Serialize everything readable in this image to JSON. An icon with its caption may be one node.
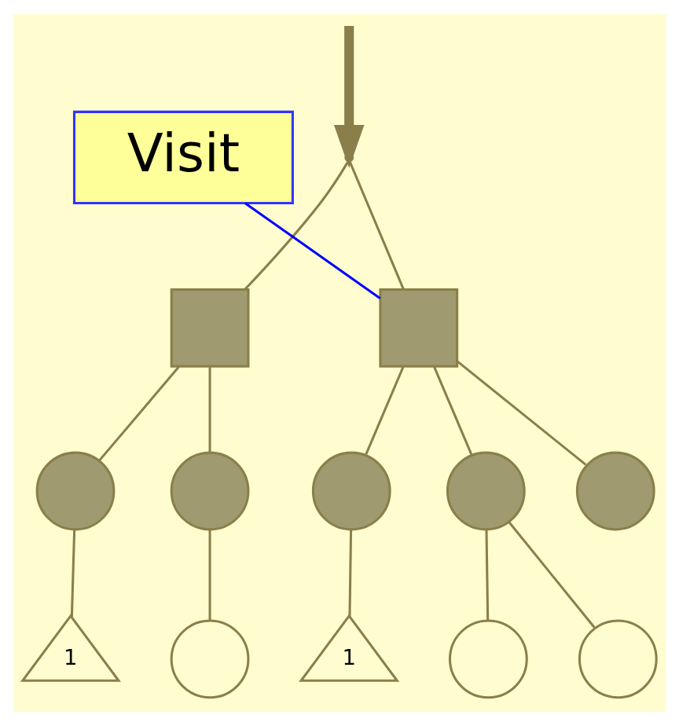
{
  "diagram": {
    "nodes": [
      {
        "text": [
          "Visit"
        ]
      },
      {
        "text": [],
        "shape": "point"
      },
      {
        "text": [],
        "shape": "box"
      },
      {
        "text": [],
        "shape": "box"
      },
      {
        "text": [],
        "shape": "circle"
      },
      {
        "text": [],
        "shape": "circle"
      },
      {
        "text": [],
        "shape": "circle"
      },
      {
        "text": [],
        "shape": "circle"
      },
      {
        "text": [],
        "shape": "circle"
      },
      {
        "text": [
          "1"
        ]
      },
      {
        "text": [],
        "shape": "circle"
      },
      {
        "text": [
          "1"
        ]
      },
      {
        "text": [],
        "shape": "circle"
      },
      {
        "text": [],
        "shape": "circle"
      }
    ],
    "edges": [
      {
        "from": null,
        "to": 1,
        "arrow": "to",
        "style": "thick"
      },
      {
        "from": 1,
        "to": 2,
        "arrow": "none"
      },
      {
        "from": 1,
        "to": 3,
        "arrow": "none"
      },
      {
        "from": 2,
        "to": 4,
        "arrow": "none"
      },
      {
        "from": 2,
        "to": 5,
        "arrow": "none"
      },
      {
        "from": 3,
        "to": 6,
        "arrow": "none"
      },
      {
        "from": 3,
        "to": 7,
        "arrow": "none"
      },
      {
        "from": 3,
        "to": 8,
        "arrow": "none"
      },
      {
        "from": 4,
        "to": 9,
        "arrow": "none"
      },
      {
        "from": 5,
        "to": 10,
        "arrow": "none"
      },
      {
        "from": 6,
        "to": 11,
        "arrow": "none"
      },
      {
        "from": 7,
        "to": 12,
        "arrow": "none"
      },
      {
        "from": 7,
        "to": 13,
        "arrow": "none"
      },
      {
        "from": 0,
        "to": 3,
        "arrow": "none",
        "color": "#0000ff"
      }
    ]
  }
}
